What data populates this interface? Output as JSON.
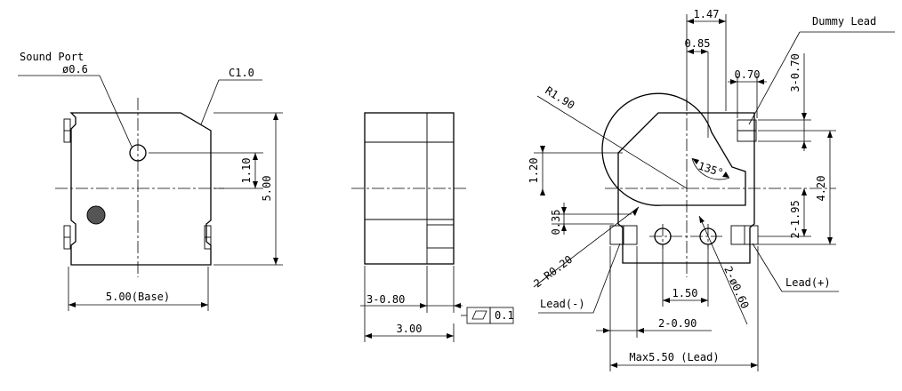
{
  "front_view": {
    "sound_port_label": "Sound Port",
    "sound_port_dia": "ø0.6",
    "chamfer_label": "C1.0",
    "dim_1_10": "1.10",
    "dim_5_00": "5.00",
    "dim_base": "5.00(Base)"
  },
  "side_view": {
    "dim_3_080": "3-0.80",
    "dim_3_00": "3.00",
    "flatness_value": "0.1"
  },
  "bottom_view": {
    "dim_1_47": "1.47",
    "dim_0_85": "0.85",
    "dummy_lead_label": "Dummy Lead",
    "dim_0_70": "0.70",
    "dim_3_070": "3-0.70",
    "radius_label": "R1.90",
    "dim_1_20": "1.20",
    "angle_label": "135°",
    "dim_4_20": "4.20",
    "dim_0_35": "0.35",
    "dim_2_195": "2-1.95",
    "radius_small_label": "2-R0.20",
    "hole_dia_label": "2-ø0.60",
    "dim_1_50": "1.50",
    "lead_minus_label": "Lead(-)",
    "lead_plus_label": "Lead(+)",
    "dim_2_090": "2-0.90",
    "dim_max": "Max5.50 (Lead)"
  }
}
